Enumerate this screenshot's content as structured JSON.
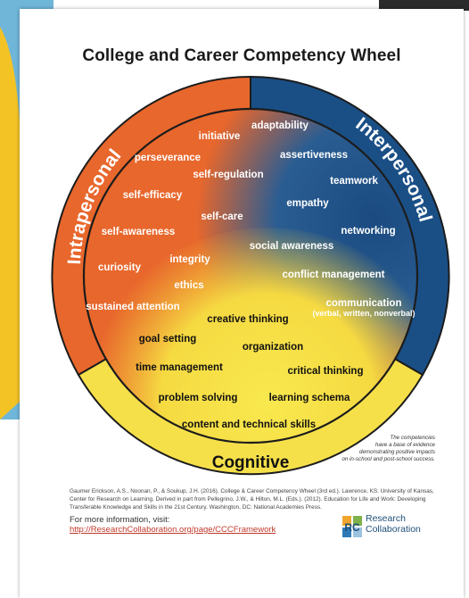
{
  "title": "College and Career Competency Wheel",
  "domains": {
    "intrapersonal": "Intrapersonal",
    "interpersonal": "Interpersonal",
    "cognitive": "Cognitive"
  },
  "competencies": {
    "adaptability": "adaptability",
    "initiative": "initiative",
    "perseverance": "perseverance",
    "assertiveness": "assertiveness",
    "self_regulation": "self-regulation",
    "teamwork": "teamwork",
    "self_efficacy": "self-efficacy",
    "empathy": "empathy",
    "self_care": "self-care",
    "self_awareness": "self-awareness",
    "networking": "networking",
    "social_awareness": "social awareness",
    "integrity": "integrity",
    "curiosity": "curiosity",
    "conflict_management": "conflict management",
    "ethics": "ethics",
    "communication": "communication",
    "communication_detail": "(verbal, written, nonverbal)",
    "sustained_attention": "sustained attention",
    "creative_thinking": "creative thinking",
    "goal_setting": "goal setting",
    "organization": "organization",
    "time_management": "time management",
    "critical_thinking": "critical thinking",
    "problem_solving": "problem solving",
    "learning_schema": "learning schema",
    "content_skills": "content and technical skills"
  },
  "evidence_note": [
    "The competencies",
    "have a base of evidence",
    "demonstrating positive impacts",
    "on in-school and post-school success."
  ],
  "citation": [
    "Gaumer Erickson, A.S., Noonan, P., & Soukup, J.H. (2016). College & Career Competency Wheel (3rd ed.). Lawrence, KS: University of Kansas,",
    "Center for Research on Learning. Derived in part from Pellegrino, J.W., & Hilton, M.L. (Eds.). (2012). Education for Life and Work: Developing",
    "Transferable Knowledge and Skills in the 21st Century. Washington, DC: National Academies Press."
  ],
  "more_info": "For more information, visit:",
  "link": "http://ResearchCollaboration.org/page/CCCFramework",
  "logo": {
    "line1": "Research",
    "line2": "Collaboration",
    "letters": "RC"
  },
  "colors": {
    "intrapersonal": "#e8672c",
    "interpersonal": "#1a4f86",
    "cognitive": "#f6e04a",
    "outline": "#1c1c1c",
    "link": "#c0392b"
  }
}
